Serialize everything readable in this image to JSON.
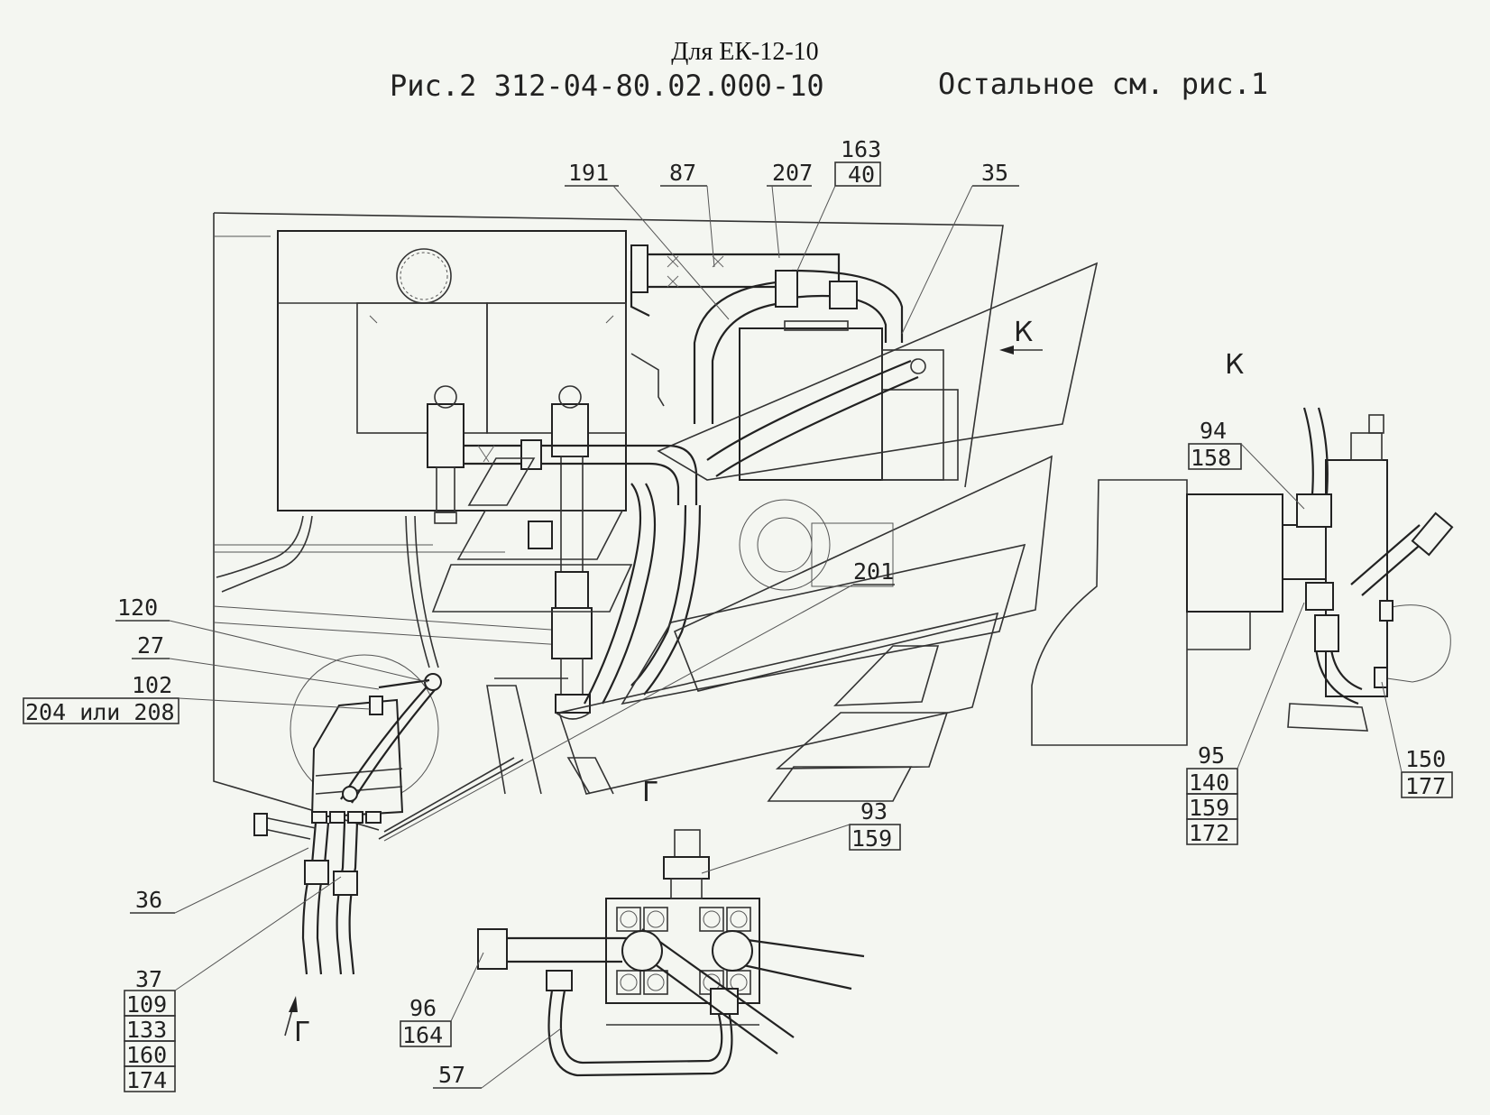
{
  "header": {
    "variant_title": "Для ЕК-12-10",
    "figure_title": "Рис.2 312-04-80.02.000-10",
    "note": "Остальное см. рис.1"
  },
  "view_markers": {
    "view_k_arrow_label": "К",
    "view_k_title": "К",
    "view_g_arrow_label": "Г",
    "view_g_title": "Г"
  },
  "callouts": {
    "c191": "191",
    "c87": "87",
    "c207": "207",
    "c163": "163",
    "c40": "40",
    "c35": "35",
    "c201": "201",
    "c120": "120",
    "c27": "27",
    "c102": "102",
    "c204": "204 или 208",
    "c36": "36",
    "c37": "37",
    "c109": "109",
    "c133": "133",
    "c160": "160",
    "c174": "174",
    "c94": "94",
    "c158": "158",
    "c95": "95",
    "c140": "140",
    "c159a": "159",
    "c172": "172",
    "c150": "150",
    "c177": "177",
    "c93": "93",
    "c159b": "159",
    "c96": "96",
    "c164": "164",
    "c57": "57"
  },
  "colors": {
    "background": "#f4f6f1",
    "ink": "#222222"
  }
}
